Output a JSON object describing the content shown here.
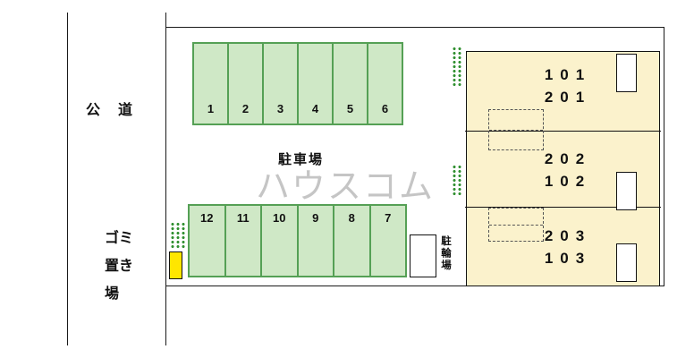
{
  "colors": {
    "parking_fill": "#cfe8c6",
    "parking_border": "#55a055",
    "building_fill": "#fbf2cc",
    "garbage_fill": "#ffe600",
    "shrub": "#2f8f2f",
    "watermark": "#b7b7b7"
  },
  "labels": {
    "road": "公　道",
    "parking_lot": "駐車場",
    "garbage": "ゴミ\n置き\n場",
    "bicycle_parking": "駐輪場",
    "watermark": "ハウスコム"
  },
  "parking": {
    "top_row": [
      "1",
      "2",
      "3",
      "4",
      "5",
      "6"
    ],
    "bottom_row": [
      "12",
      "11",
      "10",
      "9",
      "8",
      "7"
    ]
  },
  "building": {
    "units": [
      {
        "line1": "101",
        "line2": "201"
      },
      {
        "line1": "202",
        "line2": "102"
      },
      {
        "line1": "203",
        "line2": "103"
      }
    ]
  }
}
